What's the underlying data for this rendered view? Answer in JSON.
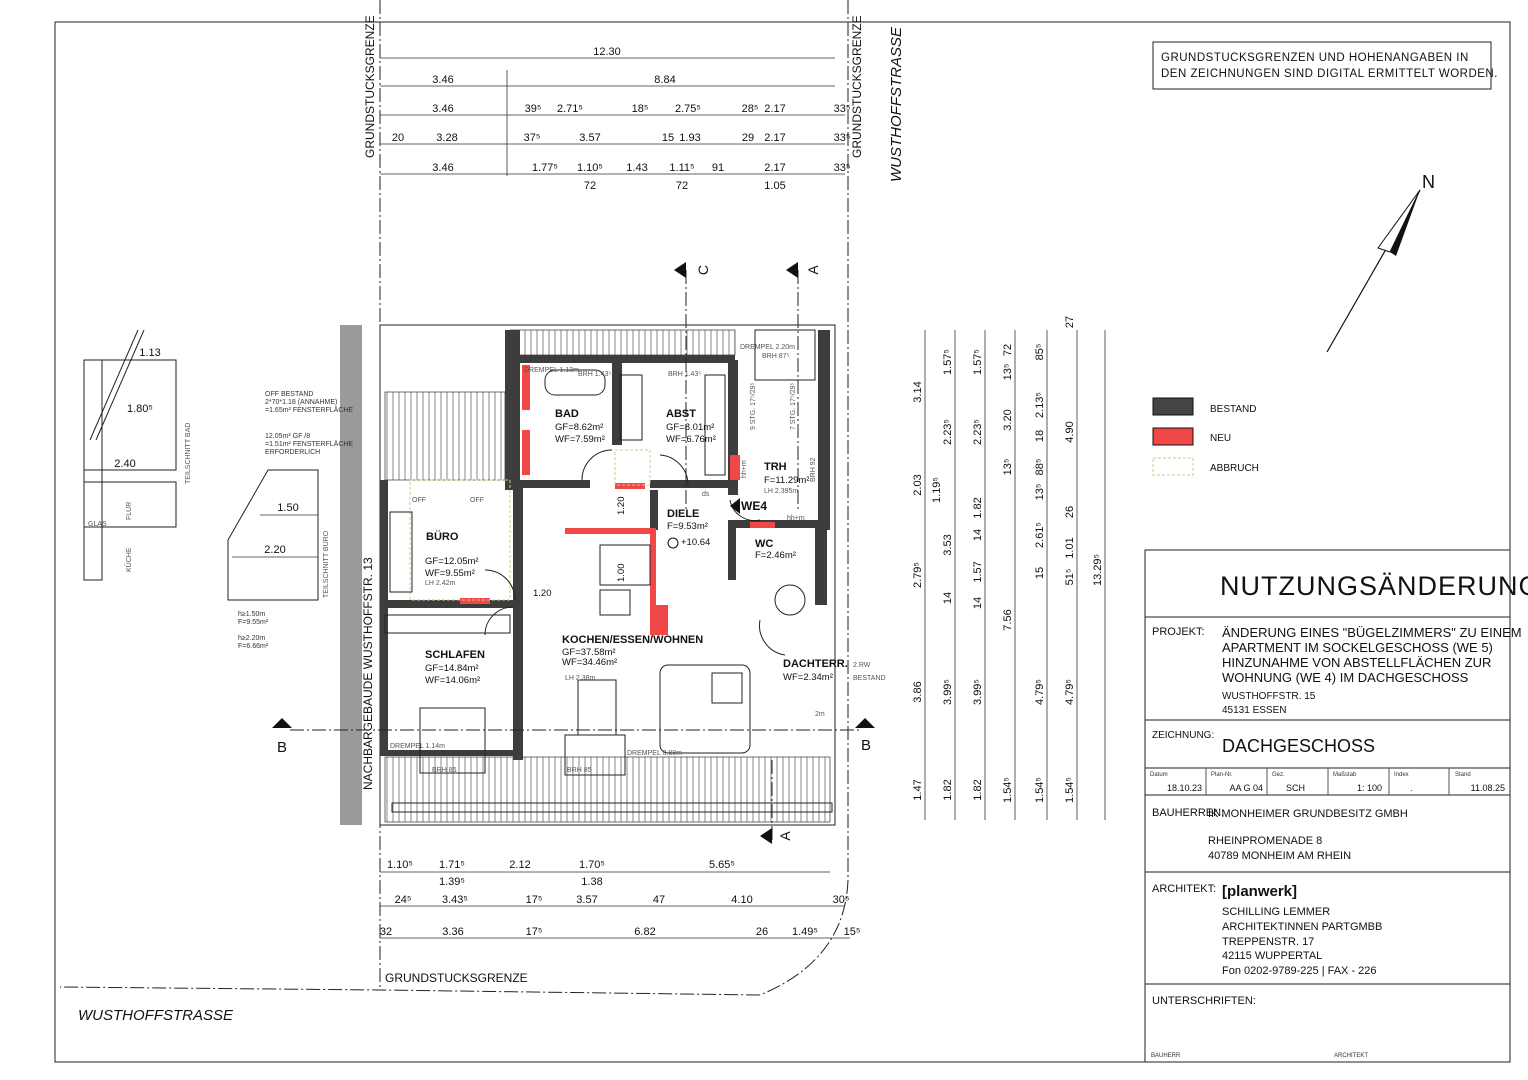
{
  "notice": {
    "line1": "GRUNDSTUCKSGRENZEN UND HOHENANGABEN IN",
    "line2": "DEN ZEICHNUNGEN SIND DIGITAL ERMITTELT WORDEN."
  },
  "north": "N",
  "legend": [
    {
      "label": "BESTAND",
      "color": "#444444"
    },
    {
      "label": "NEU",
      "color": "#f04848"
    },
    {
      "label": "ABBRUCH",
      "color": "#cfc98a"
    }
  ],
  "labels": {
    "street_right": "WUSTHOFFSTRASSE",
    "street_bottom": "WUSTHOFFSTRASSE",
    "boundary_left": "GRUNDSTUCKSGRENZE",
    "boundary_right": "GRUNDSTUCKSGRENZE",
    "boundary_bottom": "GRUNDSTUCKSGRENZE",
    "neighbour": "NACHBARGEBAUDE WUSTHOFFSTR. 13",
    "section_c": "C",
    "section_a_top": "A",
    "section_a_bottom": "A",
    "section_b_left": "B",
    "section_b_right": "B",
    "entrance": "WE4",
    "rw": "2.RW",
    "rw_bestand": "BESTAND"
  },
  "rooms": [
    {
      "name": "BAD",
      "lines": [
        "GF=8.62m²",
        "WF=7.59m²"
      ]
    },
    {
      "name": "ABST",
      "lines": [
        "GF=8.01m²",
        "WF=6.76m²"
      ]
    },
    {
      "name": "TRH",
      "lines": [
        "F=11.29m²"
      ],
      "lh": "LH 2.395m"
    },
    {
      "name": "BÜRO",
      "lines": [
        "GF=12.05m²",
        "WF=9.55m²"
      ],
      "lh": "LH 2.42m"
    },
    {
      "name": "DIELE",
      "lines": [
        "F=9.53m²"
      ],
      "level": "+10.64"
    },
    {
      "name": "WC",
      "lines": [
        "F=2.46m²"
      ]
    },
    {
      "name": "SCHLAFEN",
      "lines": [
        "GF=14.84m²",
        "WF=14.06m²"
      ]
    },
    {
      "name": "KOCHEN/ESSEN/WOHNEN",
      "lines": [
        "GF=37.58m²",
        "WF=34.46m²"
      ],
      "lh": "LH 2.38m"
    },
    {
      "name": "DACHTERR.",
      "lines": [
        "WF=2.34m²"
      ]
    }
  ],
  "annotations": {
    "drempel_bad": "DREMPEL 1.13m",
    "brh_bad": "BRH 1.43⁵",
    "brh_abst": "BRH 1.43⁵",
    "drempel_trh": "DREMPEL 2.20m",
    "brh_trh": "BRH 87⁵",
    "brh_92": "BRH 92",
    "stair1": "9 STG. 17⁵/29⁵",
    "stair2": "7 STG. 17⁵/29⁵",
    "ds": "ds",
    "hh1": "hh+m",
    "hh2": "hh+m",
    "d120a": "1.20",
    "d100": "1.00",
    "d120b": "1.20",
    "drempel_schlafen": "DREMPEL 1.14m",
    "brh_schlafen": "BRH 85",
    "brh_kochen": "BRH 85",
    "drempel_kochen": "DREMPEL 0.88m",
    "m2": "2m",
    "off1": "OFF",
    "off2": "OFF"
  },
  "sections": {
    "bad": {
      "d1": "1.13",
      "d2": "1.80⁵",
      "d3": "2.40",
      "flur": "FLUR",
      "glas": "GLAS",
      "kueche": "KÜCHE",
      "title": "TEILSCHNITT BAD"
    },
    "buero": {
      "d1": "1.50",
      "d2": "2.20",
      "title": "TEILSCHNITT BURO"
    },
    "notes": [
      "OFF BESTAND",
      "2*70*1.18 (ANNAHME)",
      "=1.65m² FENSTERFLÄCHE",
      "12.05m² GF /8",
      "=1.51m² FENSTERFLÄCHE",
      "ERFORDERLICH",
      "h≥1.50m",
      "F=9.55m²",
      "h≥2.20m",
      "F=6.66m²"
    ]
  },
  "dims": {
    "top": [
      "12.30",
      "3.46",
      "8.84",
      "3.46",
      "39⁵",
      "2.71⁵",
      "18⁵",
      "2.75⁵",
      "28⁵",
      "2.17",
      "33⁵",
      "20",
      "3.28",
      "37⁵",
      "3.57",
      "15",
      "1.93",
      "29",
      "2.17",
      "33⁵",
      "3.46",
      "1.77⁵",
      "1.10⁵",
      "1.43",
      "1.11⁵",
      "91",
      "2.17",
      "33⁵",
      "72",
      "72",
      "1.05"
    ],
    "bottom": [
      "1.10⁵",
      "1.71⁵",
      "2.12",
      "1.70⁵",
      "5.65⁵",
      "1.39⁵",
      "1.38",
      "24⁵",
      "3.43⁵",
      "17⁵",
      "3.57",
      "47",
      "4.10",
      "30⁵",
      "32",
      "3.36",
      "17⁵",
      "6.82",
      "26",
      "1.49⁵",
      "15⁵"
    ],
    "right": [
      "3.14",
      "2.03",
      "2.79⁵",
      "3.86",
      "1.47",
      "1.57⁵",
      "2.23⁵",
      "1.19⁵",
      "3.53",
      "14",
      "3.99⁵",
      "1.82",
      "1.57⁵",
      "2.23⁵",
      "14",
      "1.82",
      "1.57",
      "14",
      "3.99⁵",
      "1.82",
      "72",
      "13⁵",
      "3.20",
      "13⁵",
      "7.56",
      "1.54⁵",
      "85⁵",
      "2.13⁵",
      "18",
      "88⁵",
      "13⁵",
      "2.61⁵",
      "15",
      "4.79⁵",
      "1.54⁵",
      "27",
      "4.90",
      "26",
      "1.01",
      "51⁵",
      "4.79⁵",
      "1.54⁵",
      "13.29⁵"
    ]
  },
  "title_block": {
    "title": "NUTZUNGSÄNDERUNG",
    "projekt_label": "PROJEKT:",
    "projekt": [
      "ÄNDERUNG EINES \"BÜGELZIMMERS\" ZU EINEM",
      "APARTMENT IM SOCKELGESCHOSS (WE 5)",
      "HINZUNAHME VON ABSTELLFLÄCHEN ZUR",
      "WOHNUNG (WE 4) IM DACHGESCHOSS"
    ],
    "address": [
      "WUSTHOFFSTR. 15",
      "45131 ESSEN"
    ],
    "zeichnung_label": "ZEICHNUNG:",
    "zeichnung": "DACHGESCHOSS",
    "meta": [
      {
        "label": "Datum",
        "value": "18.10.23"
      },
      {
        "label": "Plan-Nr.",
        "value": "AA G 04"
      },
      {
        "label": "Gez.",
        "value": "SCH"
      },
      {
        "label": "Maßstab",
        "value": "1: 100"
      },
      {
        "label": "Index",
        "value": "."
      },
      {
        "label": "Stand",
        "value": "11.08.25"
      }
    ],
    "bauherren_label": "BAUHERREN:",
    "bauherren": [
      "IK MONHEIMER GRUNDBESITZ GMBH",
      "RHEINPROMENADE 8",
      "40789 MONHEIM AM RHEIN"
    ],
    "architekt_label": "ARCHITEKT:",
    "architekt_logo": "[planwerk]",
    "architekt": [
      "SCHILLING LEMMER",
      "ARCHITEKTINNEN PARTGMBB",
      "TREPPENSTR. 17",
      "42115 WUPPERTAL",
      "Fon 0202-9789-225 | FAX - 226"
    ],
    "unterschriften_label": "UNTERSCHRIFTEN:",
    "sig_bauherr": "BAUHERR",
    "sig_architekt": "ARCHITEKT"
  }
}
